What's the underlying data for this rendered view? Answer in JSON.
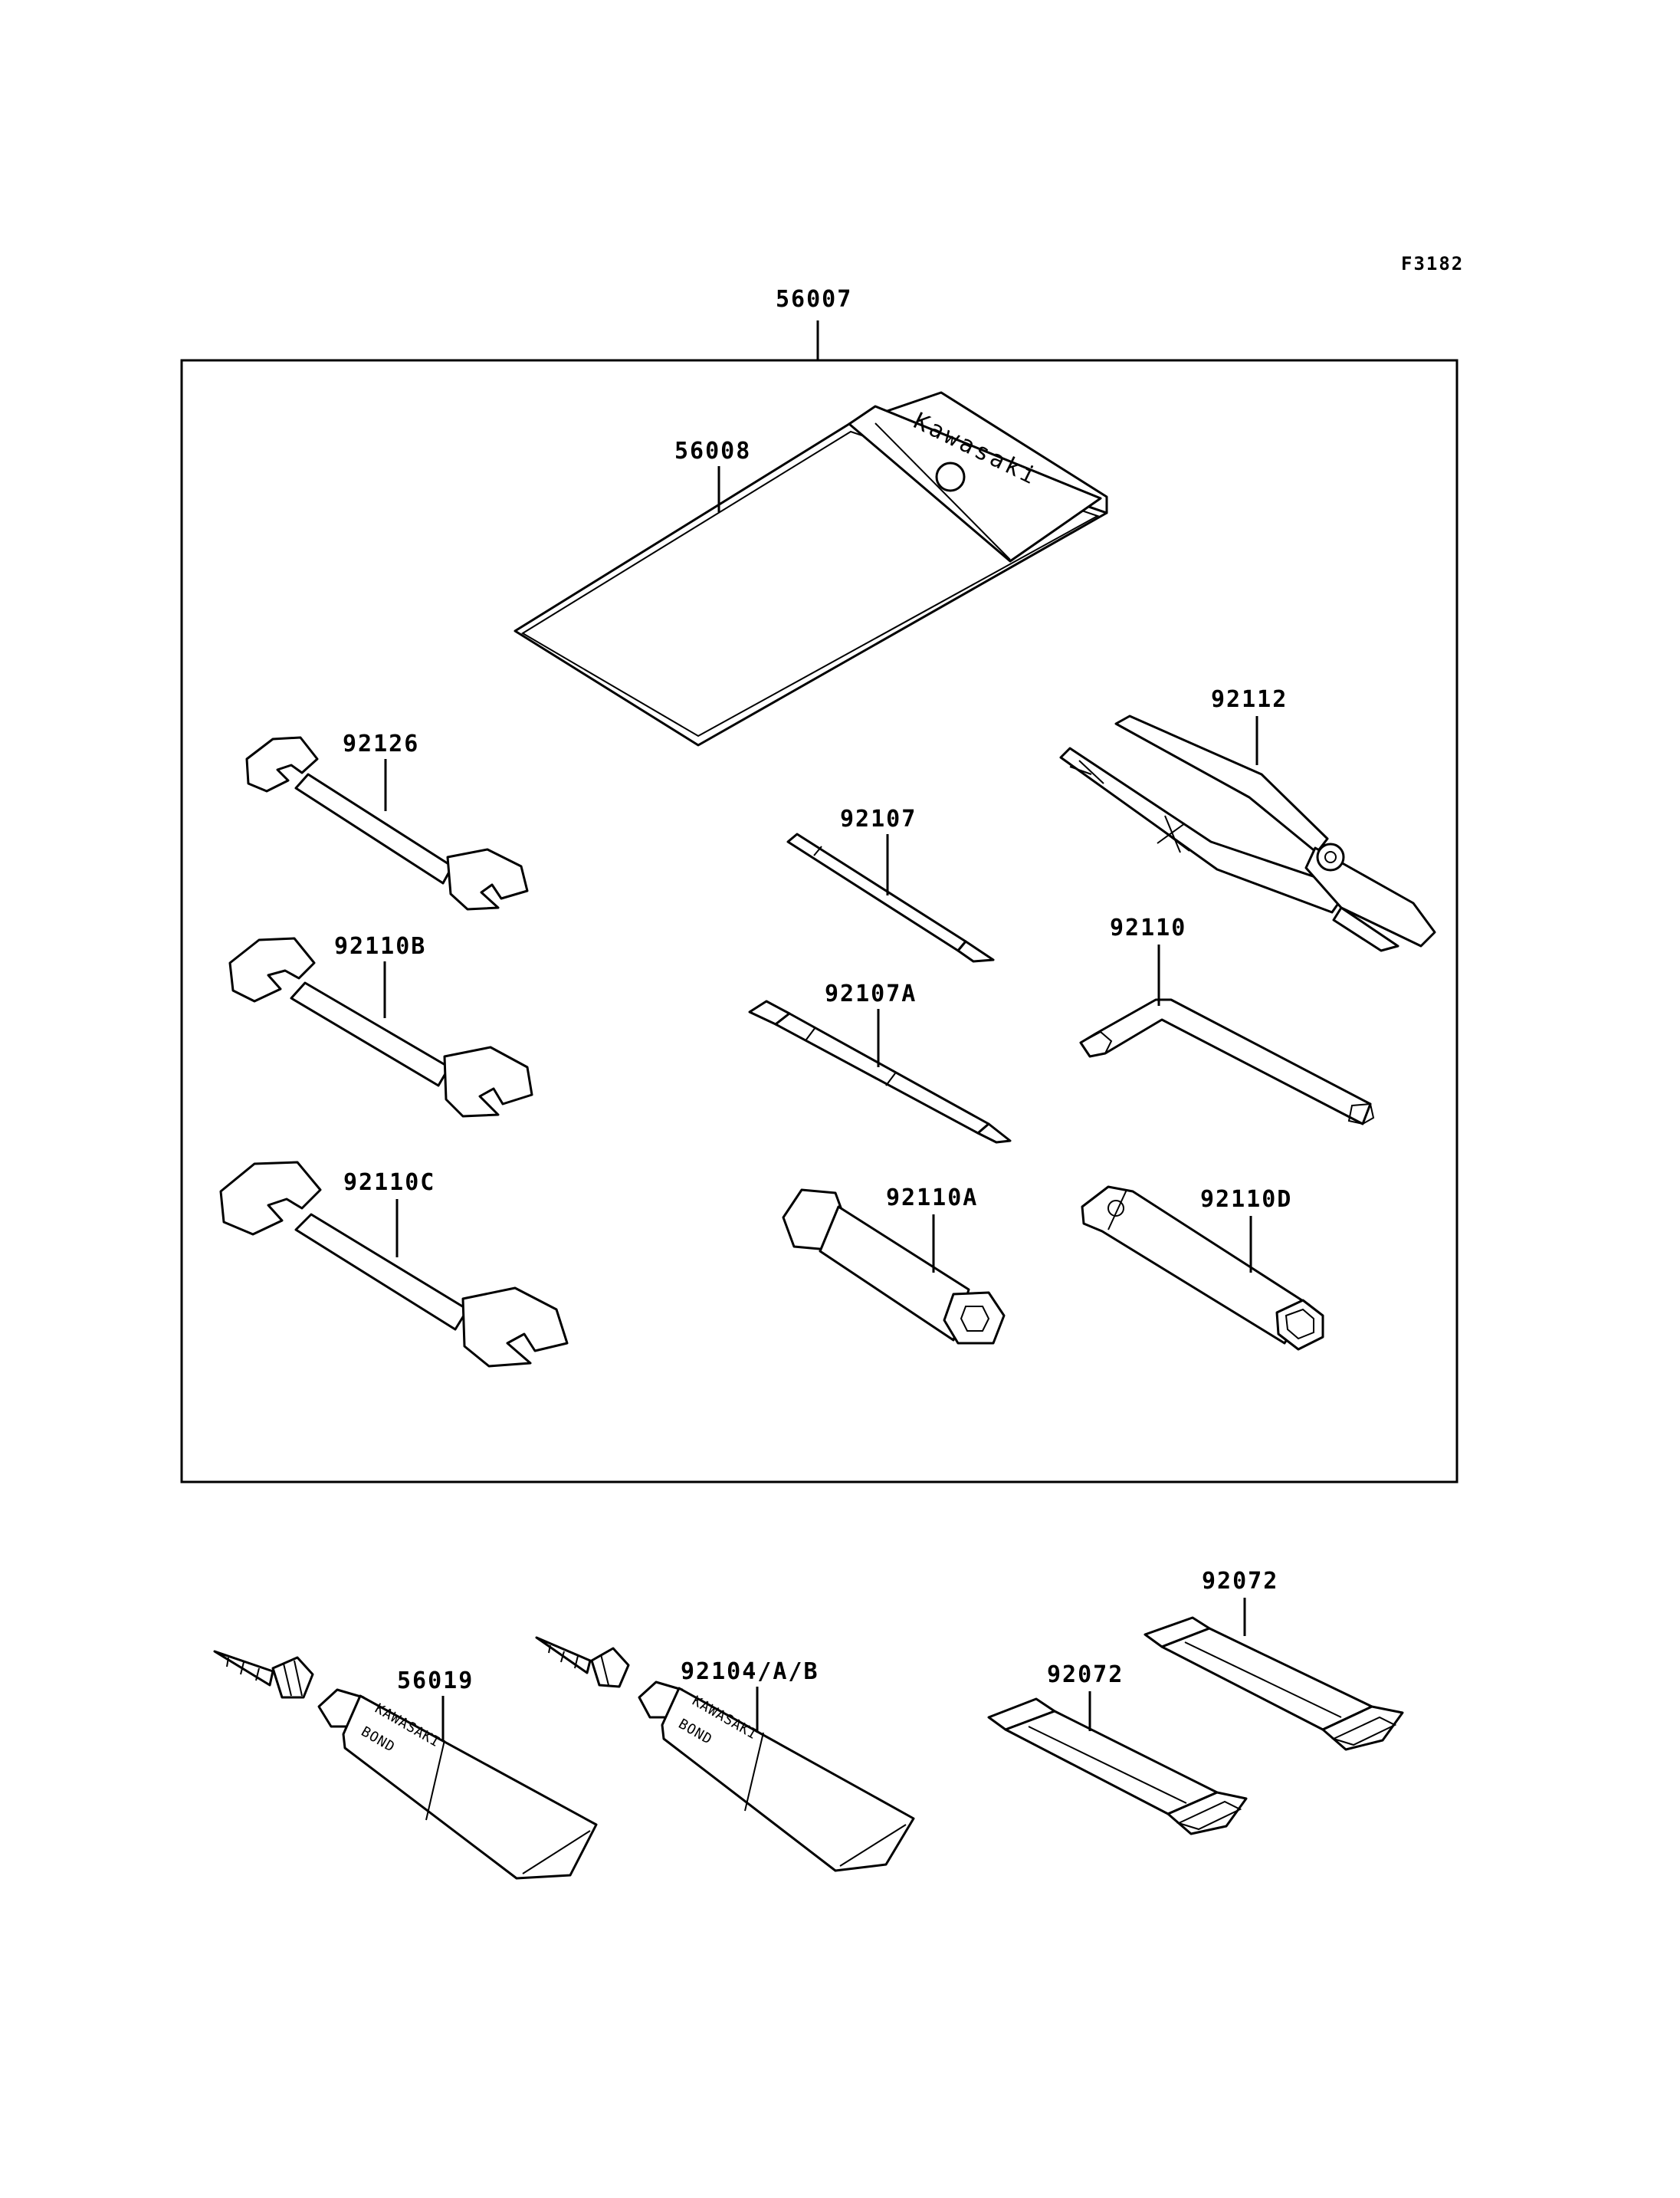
{
  "figure_code": "F3182",
  "labels": {
    "kit": "56007",
    "bag": "56008",
    "wrench_small": "92126",
    "wrench_medium": "92110B",
    "wrench_large": "92110C",
    "screwdriver": "92107",
    "screwdriver_double": "92107A",
    "socket_hex": "92110A",
    "pliers": "92112",
    "hex_key": "92110",
    "socket_tube": "92110D",
    "bond_tube_1": "56019",
    "bond_tube_2": "92104/A/B",
    "strap_upper": "92072",
    "strap_lower": "92072"
  },
  "imprints": {
    "bag_brand": "Kawasaki",
    "tube_brand": "KAWASAKI",
    "tube_product": "BOND"
  }
}
